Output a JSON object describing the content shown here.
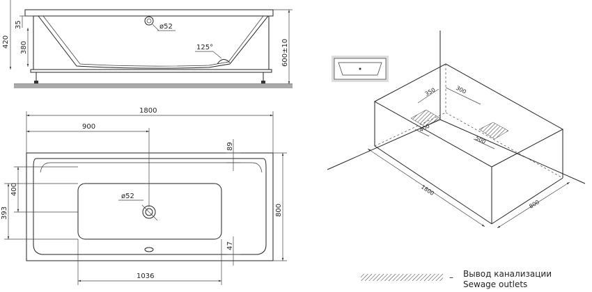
{
  "side_view": {
    "dim_total_height": "420",
    "dim_rim": "35",
    "dim_depth": "380",
    "dim_overflow": "ø52",
    "dim_angle": "125°",
    "dim_height_range": "600±10"
  },
  "top_view": {
    "dim_length": "1800",
    "dim_drain_offset": "900",
    "dim_top_margin": "89",
    "dim_bottom_margin": "47",
    "dim_width": "800",
    "dim_inner_width": "400",
    "dim_drain_height": "393",
    "dim_drain": "ø52",
    "dim_inner_length": "1036"
  },
  "iso_view": {
    "dim_350": "350",
    "dim_300": "300",
    "dim_400": "400",
    "dim_500": "500",
    "dim_length": "1800",
    "dim_width": "800"
  },
  "legend": {
    "label_ru": "Вывод канализации",
    "label_en": "Sewage outlets",
    "dash": "–"
  }
}
